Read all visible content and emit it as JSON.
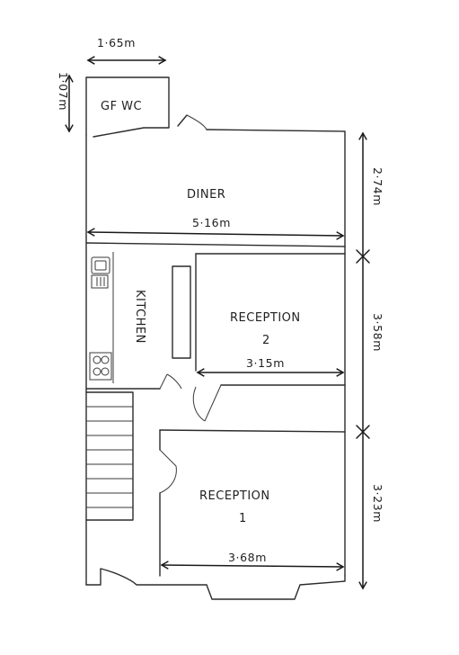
{
  "rooms": {
    "gf_wc": "GF WC",
    "diner": "DINER",
    "kitchen": "KITCHEN",
    "reception2_line1": "RECEPTION",
    "reception2_line2": "2",
    "reception1_line1": "RECEPTION",
    "reception1_line2": "1"
  },
  "dimensions": {
    "wc_width": "1·65m",
    "wc_depth": "1·07m",
    "diner_width": "5·16m",
    "diner_depth": "2·74m",
    "reception2_width": "3·15m",
    "reception2_depth": "3·58m",
    "reception1_width": "3·68m",
    "reception1_depth": "3·23m"
  }
}
